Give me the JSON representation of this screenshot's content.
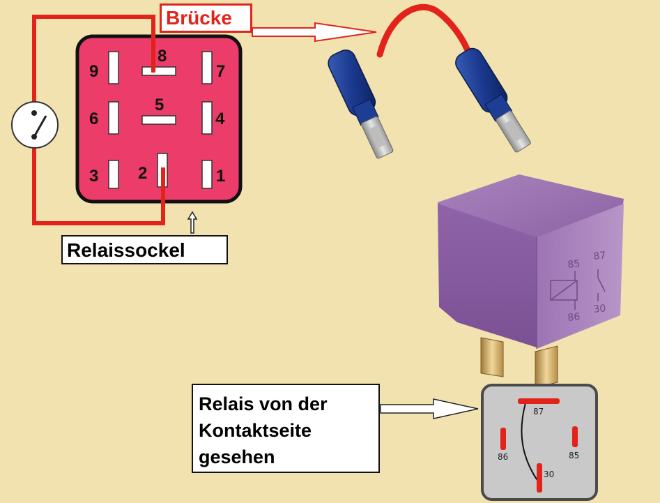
{
  "labels": {
    "bridge": "Brücke",
    "socket": "Relaissockel",
    "contact_side_line1": "Relais von der",
    "contact_side_line2": "Kontaktseite",
    "contact_side_line3": "gesehen"
  },
  "socket_pins": [
    "9",
    "8",
    "7",
    "6",
    "5",
    "4",
    "3",
    "2",
    "1"
  ],
  "relay_pins": [
    "87",
    "86",
    "85",
    "30"
  ],
  "relay_body_markings": [
    "85",
    "87",
    "86",
    "30"
  ],
  "colors": {
    "background": "#f2e2b0",
    "socket_fill": "#ec3c6a",
    "wire": "#e2231a",
    "relay_body": "#9a6db0",
    "relay_view_fill": "#c9c9c9"
  }
}
